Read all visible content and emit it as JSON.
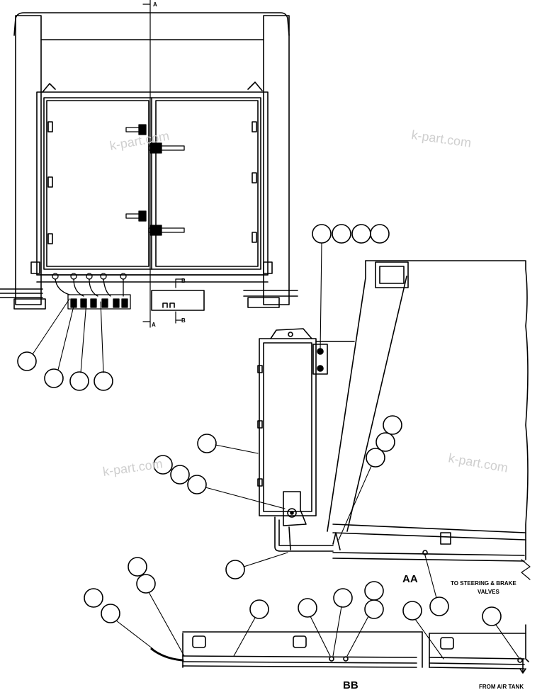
{
  "watermarks": [
    "k-part.com",
    "k-part.com",
    "k-part.com",
    "k-part.com"
  ],
  "section_marks": {
    "a_top": "A",
    "a_bottom": "A",
    "b_top": "B",
    "b_bottom": "B"
  },
  "views": {
    "aa": "AA",
    "bb": "BB"
  },
  "notes": {
    "steering_line1": "TO STEERING & BRAKE",
    "steering_line2": "VALVES",
    "air_tank": "FROM AIR TANK"
  }
}
